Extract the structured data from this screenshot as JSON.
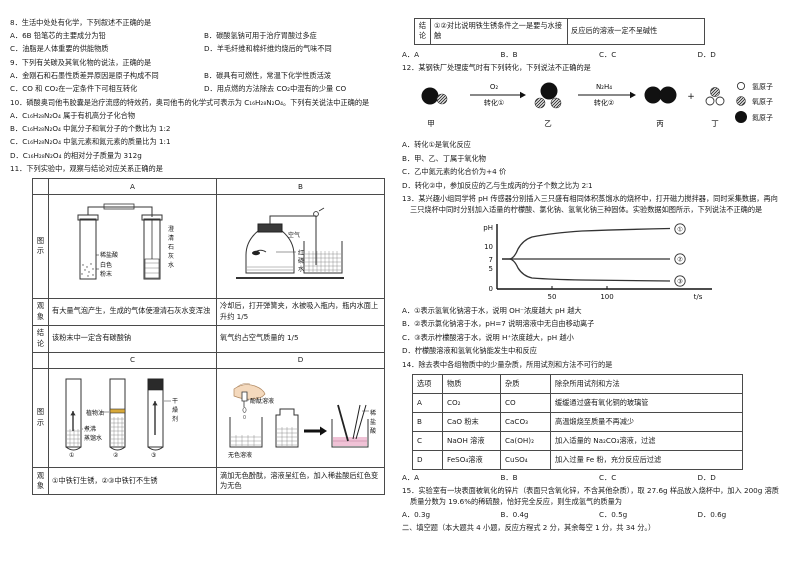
{
  "left_column": {
    "q8": {
      "stem": "8．生活中处处有化学，下列叙述不正确的是",
      "options": [
        "A．6B 铅笔芯的主要成分为铅",
        "B．碳酸氢钠可用于治疗胃酸过多症",
        "C．油脂是人体重要的供能物质",
        "D．羊毛纤维和棉纤维灼烧后的气味不同"
      ]
    },
    "q9": {
      "stem": "9．下列有关碳及其氧化物的说法，正确的是",
      "options": [
        "A．金刚石和石墨性质差异原因是原子构成不同",
        "B．碳具有可燃性，常温下化学性质活泼",
        "C．CO 和 CO₂在一定条件下可相互转化",
        "D．用点燃的方法除去 CO₂中混有的少量 CO"
      ]
    },
    "q10": {
      "stem": "10．磷酸奥司他韦胶囊是治疗流感的特效药，奥司他韦的化学式可表示为 C₁₆H₂₈N₂O₄。下列有关说法中正确的是",
      "options": [
        "A．C₁₆H₂₈N₂O₄ 属于有机高分子化合物",
        "B．C₁₆H₂₈N₂O₄ 中氮分子和氧分子的个数比为 1:2",
        "C．C₁₆H₂₈N₂O₄ 中氢元素和氮元素的质量比为 1:1",
        "D．C₁₆H₂₈N₂O₄ 的相对分子质量为 312g"
      ]
    },
    "q11": {
      "stem": "11．下列实验中，观察与结论对应关系正确的是",
      "row_labels": {
        "figure": "图示",
        "observation": "观象",
        "conclusion": "结论"
      },
      "col_headers": [
        "A",
        "B",
        "C",
        "D"
      ],
      "A": {
        "figure_labels": [
          "稀盐酸",
          "白色粉末",
          "澄清石灰水"
        ],
        "observation": "有大量气泡产生，生成的气体使澄清石灰水变浑浊",
        "conclusion": "该粉末中一定含有碳酸钠"
      },
      "B": {
        "figure_labels": [
          "空气",
          "红磷",
          "水"
        ],
        "observation": "冷却后，打开弹簧夹，水被吸入瓶内，瓶内水面上升约 1/5",
        "conclusion": "氧气约占空气质量的 1/5"
      },
      "C": {
        "figure_labels": [
          "植物油",
          "煮沸蒸馏水",
          "干燥剂",
          "①",
          "②",
          "③"
        ],
        "observation": "①中铁钉生锈，②③中铁钉不生锈"
      },
      "D": {
        "figure_labels": [
          "酚酞溶液",
          "无色溶液",
          "稀盐酸"
        ],
        "observation": "滴加无色酚酞，溶液呈红色，加入稀盐酸后红色变为无色"
      }
    }
  },
  "right_column": {
    "concl_table": {
      "row_label": "结论",
      "cell_c": "①②对比说明铁生锈条件之一是要与水接触",
      "cell_d": "反应后的溶液一定不呈碱性"
    },
    "q11_answers": [
      "A．A",
      "B．B",
      "C．C",
      "D．D"
    ],
    "q12": {
      "stem": "12．某钢铁厂处理废气时有下列转化，下列说法不正确的是",
      "diagram": {
        "substances": [
          "甲",
          "乙",
          "丙",
          "丁"
        ],
        "arrow1_top": "O₂",
        "arrow1_bottom": "转化①",
        "arrow2_top": "N₂H₄",
        "arrow2_bottom": "转化②",
        "plus": "+",
        "legend": [
          {
            "symbol": "hollow",
            "label": "氢原子"
          },
          {
            "symbol": "hatched",
            "label": "氧原子"
          },
          {
            "symbol": "solid",
            "label": "氮原子"
          }
        ]
      },
      "options": [
        "A．转化①是氧化反应",
        "B．甲、乙、丁属于氧化物",
        "C．乙中氮元素的化合价为+4 价",
        "D．转化②中，参加反应的乙与生成丙的分子个数之比为 2∶1"
      ]
    },
    "q13": {
      "stem": "13．某兴趣小组同学将 pH 传感器分别插入三只盛有相同体积蒸馏水的烧杯中，打开磁力搅拌器，同时采集数据，再向三只烧杯中同时分别加入适量的柠檬酸、氯化钠、氢氧化钠三种固体。实验数据如图所示，下列说法不正确的是",
      "options": [
        "A．①表示氢氧化钠溶于水，说明 OH⁻浓度越大 pH 越大",
        "B．②表示氯化钠溶于水，pH=7 说明溶液中无自由移动离子",
        "C．③表示柠檬酸溶于水，说明 H⁺浓度越大，pH 越小",
        "D．柠檬酸溶液和氢氧化钠能发生中和反应"
      ]
    },
    "q14": {
      "stem": "14．除去表中各组物质中的少量杂质，所用试剂和方法不可行的是",
      "table": {
        "headers": [
          "选项",
          "物质",
          "杂质",
          "除杂所用试剂和方法"
        ],
        "rows": [
          [
            "A",
            "CO₂",
            "CO",
            "缓缓通过盛有氧化铜的玻璃管"
          ],
          [
            "B",
            "CaO 粉末",
            "CaCO₃",
            "高温煅烧至质量不再减少"
          ],
          [
            "C",
            "NaOH 溶液",
            "Ca(OH)₂",
            "加入适量的 Na₂CO₃溶液，过滤"
          ],
          [
            "D",
            "FeSO₄溶液",
            "CuSO₄",
            "加入过量 Fe 粉，充分反应后过滤"
          ]
        ]
      },
      "answers": [
        "A．A",
        "B．B",
        "C．C",
        "D．D"
      ]
    },
    "q15": {
      "stem": "15．实验室有一块表面被氧化的锌片（表面只含氧化锌，不含其他杂质），取 27.6g 样品放入烧杯中，加入 200g 溶质质量分数为 19.6%的稀硫酸，恰好完全反应，则生成氢气的质量为",
      "options": [
        "A．0.3g",
        "B．0.4g",
        "C．0.5g",
        "D．0.6g"
      ]
    },
    "section2": "二、填空题（本大题共 4 小题，反应方程式 2 分，其余每空 1 分，共 34 分。）"
  },
  "chart_data": {
    "type": "line",
    "title": "",
    "xlabel": "t/s",
    "ylabel": "pH",
    "xlim": [
      0,
      140
    ],
    "ylim": [
      0,
      14
    ],
    "xticks": [
      50,
      100
    ],
    "yticks": [
      0,
      5,
      7,
      10
    ],
    "grid": false,
    "legend_position": "right-inline",
    "series": [
      {
        "name": "①",
        "label": "①",
        "comment": "氢氧化钠 — pH rises sharply from 7 then plateaus near 12",
        "points": [
          [
            0,
            7
          ],
          [
            6,
            7
          ],
          [
            10,
            9.2
          ],
          [
            16,
            10.6
          ],
          [
            24,
            11.3
          ],
          [
            40,
            11.7
          ],
          [
            60,
            11.9
          ],
          [
            90,
            12.1
          ],
          [
            118,
            12.3
          ]
        ]
      },
      {
        "name": "②",
        "label": "②",
        "comment": "氯化钠 — pH stays flat at 7",
        "points": [
          [
            0,
            7
          ],
          [
            118,
            7
          ]
        ]
      },
      {
        "name": "③",
        "label": "③",
        "comment": "柠檬酸 — pH drops sharply from 7 then levels near 2.5",
        "points": [
          [
            0,
            7
          ],
          [
            6,
            7
          ],
          [
            10,
            5.0
          ],
          [
            16,
            3.6
          ],
          [
            24,
            3.0
          ],
          [
            40,
            2.8
          ],
          [
            60,
            2.6
          ],
          [
            90,
            2.4
          ],
          [
            118,
            2.3
          ]
        ]
      }
    ]
  }
}
